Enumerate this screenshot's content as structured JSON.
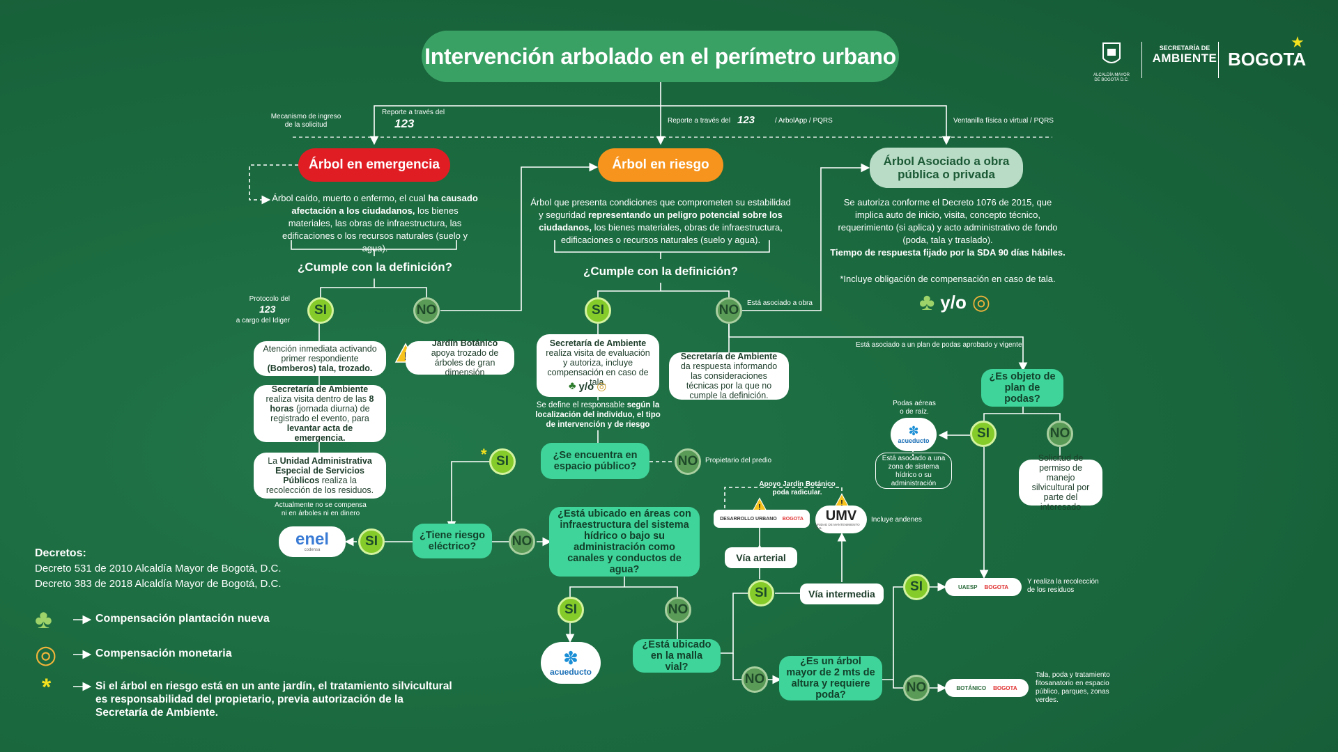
{
  "title": "Intervención arbolado en el perímetro urbano",
  "header_logos": {
    "alcaldia": "ALCALDÍA MAYOR DE BOGOTÁ D.C.",
    "secretaria_small": "SECRETARÍA DE",
    "secretaria_big": "AMBIENTE",
    "bogota": "BOGOTA"
  },
  "intake": {
    "mechanism": "Mecanismo de ingreso de la solicitud",
    "report_123": "Reporte a través del",
    "badge_123": "123",
    "report_mid_prefix": "Reporte a través del",
    "report_mid_suffix": "/ ArbolApp / PQRS",
    "window": "Ventanilla física o virtual / PQRS"
  },
  "emergency": {
    "label": "Árbol en emergencia",
    "desc_pre": "Árbol caído, muerto o enfermo, el cual ",
    "desc_bold": "ha causado afectación a los ciudadanos,",
    "desc_post": " los bienes materiales, las obras de infraestructura, las edificaciones o los recursos naturales (suelo y agua).",
    "question": "¿Cumple con la definición?",
    "protocol_1": "Protocolo del",
    "protocol_2": "a cargo del Idiger",
    "si": "SI",
    "no": "NO",
    "box1_pre": "Atención inmediata activando primer respondiente ",
    "box1_bold": "(Bomberos) tala, trozado.",
    "jardin_bold": "Jardín Botánico",
    "jardin_rest": " apoya trozado de árboles de gran dimensión",
    "box2_b1": "Secretaría de Ambiente",
    "box2_t1": " realiza visita dentro de las ",
    "box2_b2": "8 horas",
    "box2_t2": " (jornada diurna) de registrado el evento, para ",
    "box2_b3": "levantar acta de emergencia.",
    "box3_t1": "La ",
    "box3_b1": "Unidad Administrativa Especial de Servicios Públicos",
    "box3_t2": " realiza la recolección de los residuos.",
    "note": "Actualmente no se compensa ni en árboles ni en dinero"
  },
  "risk": {
    "label": "Árbol en riesgo",
    "desc_pre": "Árbol que presenta condiciones que comprometen su estabilidad y seguridad ",
    "desc_bold": "representando un peligro potencial sobre los ciudadanos,",
    "desc_post": " los bienes materiales, obras de infraestructura, edificaciones o recursos naturales (suelo y agua).",
    "question": "¿Cumple con la definición?",
    "si": "SI",
    "no": "NO",
    "si_box_bold": "Secretaría de Ambiente",
    "si_box_rest": " realiza visita de evaluación y autoriza, incluye compensación en caso de tala.",
    "yo": "y/o",
    "responsible_pre": "Se define el responsable ",
    "responsible_bold": "según la localización del individuo, el tipo de intervención y de riesgo",
    "no_box_bold": "Secretaría de Ambiente",
    "no_box_rest": " da respuesta informando las consideraciones técnicas por la que no cumple la definición.",
    "asociado_obra": "Está asociado a obra",
    "asociado_plan": "Está asociado a un plan de podas aprobado y vigente"
  },
  "works": {
    "label": "Árbol Asociado a obra pública o privada",
    "desc": "Se autoriza conforme el Decreto 1076 de 2015, que implica auto de inicio, visita, concepto técnico, requerimiento (si aplica) y acto administrativo de fondo (poda, tala y traslado).",
    "desc_bold": "Tiempo de respuesta fijado por la SDA 90 días hábiles.",
    "note": "*Incluye obligación de compensación en caso de tala.",
    "yo": "y/o"
  },
  "public_space": {
    "question": "¿Se encuentra en espacio público?",
    "si": "SI",
    "no": "NO",
    "owner": "Propietario del predio",
    "star": "*"
  },
  "electric": {
    "question": "¿Tiene riesgo eléctrico?",
    "si": "SI",
    "no": "NO",
    "enel": "enel",
    "enel_sub": "codensa"
  },
  "water": {
    "question": "¿Está ubicado en áreas con infraestructura del sistema hídrico o bajo su administración como canales y conductos de agua?",
    "si": "SI",
    "no": "NO",
    "acueducto": "acueducto"
  },
  "road": {
    "question": "¿Está ubicado en la malla vial?",
    "si": "SI",
    "no": "NO",
    "arterial": "Vía arterial",
    "intermedia": "Vía intermedia",
    "apoyo": "Apoyo Jardín Botánico poda radicular.",
    "idu": "DESARROLLO URBANO",
    "umv": "UMV",
    "umv_sub": "UNIDAD DE MANTENIMIENTO VIAL",
    "andenes": "Incluye andenes"
  },
  "height": {
    "question": "¿Es un árbol mayor de 2 mts de altura y requiere poda?",
    "si": "SI",
    "no": "NO",
    "uaesp": "UAESP",
    "uaesp_note": "Y realiza la recolección de los residuos",
    "jardin": "BOTÁNICO",
    "jardin_note": "Tala, poda y tratamiento fitosanatorio en espacio público, parques, zonas verdes."
  },
  "pruning": {
    "question": "¿Es objeto de plan de podas?",
    "si": "SI",
    "no": "NO",
    "aereas": "Podas aéreas o de raíz.",
    "acueducto": "acueducto",
    "hidrico": "Está asociado a una zona de sistema hídrico o su administración",
    "no_box": "Solicitud de permiso de manejo silvicultural por parte del interesado"
  },
  "decrees": {
    "title": "Decretos:",
    "d1": "Decreto 531 de 2010 Alcaldía Mayor de Bogotá, D.C.",
    "d2": "Decreto 383 de 2018 Alcaldía Mayor de Bogotá, D.C."
  },
  "legend": {
    "plant": "Compensación plantación nueva",
    "money": "Compensación monetaria",
    "star_text": "Si el árbol en riesgo está en un ante jardín, el tratamiento silvicultural es responsabilidad del propietario, previa autorización de la Secretaría de Ambiente.",
    "arrow": "→"
  },
  "colors": {
    "background": "#1b6a3f",
    "emergency": "#e11d24",
    "risk": "#f7941d",
    "works": "#b9dcc6",
    "si": "#85cc2a",
    "question_box": "#3fd49a"
  }
}
